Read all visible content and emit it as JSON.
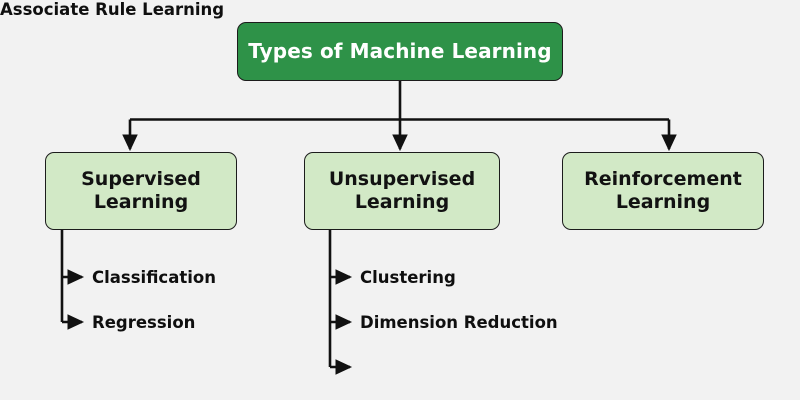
{
  "diagram": {
    "type": "tree",
    "title": "Types of Machine Learning",
    "background_color": "#f2f2f2",
    "root": {
      "label": "Types of Machine Learning",
      "fill_color": "#2e9248",
      "text_color": "#ffffff",
      "border_color": "#1c1c1c"
    },
    "branches": [
      {
        "label": "Supervised Learning",
        "line1": "Supervised",
        "line2": "Learning",
        "fill_color": "#d2e9c6",
        "text_color": "#121212",
        "children": [
          "Classification",
          "Regression"
        ]
      },
      {
        "label": "Unsupervised Learning",
        "line1": "Unsupervised",
        "line2": "Learning",
        "fill_color": "#d2e9c6",
        "text_color": "#121212",
        "children": [
          "Clustering",
          "Dimension Reduction",
          "Associate Rule Learning"
        ]
      },
      {
        "label": "Reinforcement Learning",
        "line1": "Reinforcement",
        "line2": "Learning",
        "fill_color": "#d2e9c6",
        "text_color": "#121212",
        "children": []
      }
    ],
    "leaves": {
      "classification": "Classification",
      "regression": "Regression",
      "clustering": "Clustering",
      "dimension_reduction": "Dimension Reduction",
      "associate_rule_learning": "Associate Rule Learning"
    },
    "connector_color": "#111111"
  }
}
